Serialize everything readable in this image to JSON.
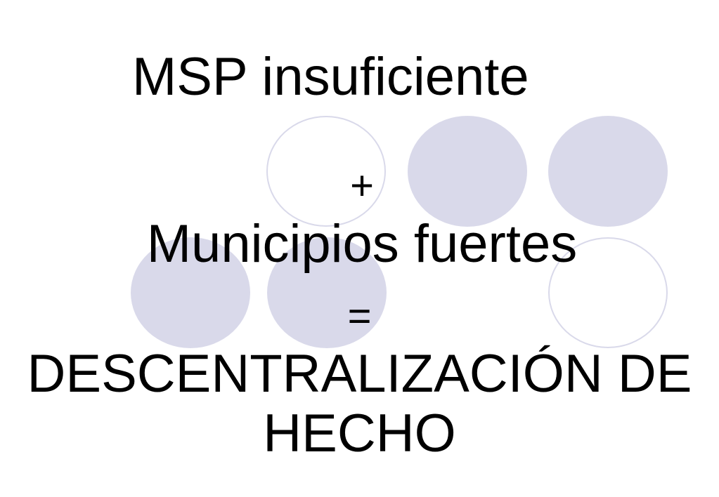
{
  "slide": {
    "title": "MSP insuficiente",
    "plus_sign": "+",
    "line2": "Municipios fuertes",
    "equals_sign": "=",
    "result_line1": "DESCENTRALIZACIÓN DE",
    "result_line2": "HECHO"
  },
  "colors": {
    "circle_fill": "#d9d9ea",
    "circle_outline": "#d9d9ea",
    "text": "#000000",
    "background": "#ffffff"
  }
}
